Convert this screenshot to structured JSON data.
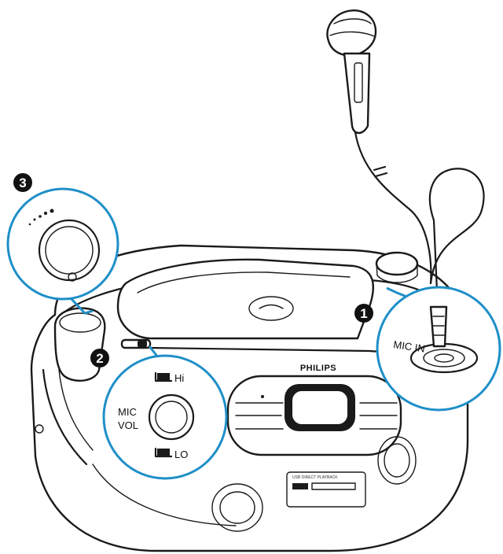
{
  "steps": [
    "1",
    "2",
    "3"
  ],
  "device": {
    "brand": "PHILIPS"
  },
  "callout_jack": {
    "label": "MIC IN"
  },
  "callout_volume": {
    "label_line1": "MIC",
    "label_line2": "VOL",
    "hi_label": "Hi",
    "lo_label": "LO"
  },
  "colors": {
    "callout_stroke": "#1e8fc8",
    "line": "#1a1a1a"
  },
  "icons": [
    "microphone-icon",
    "volume-knob-icon",
    "headphone-jack-icon"
  ]
}
